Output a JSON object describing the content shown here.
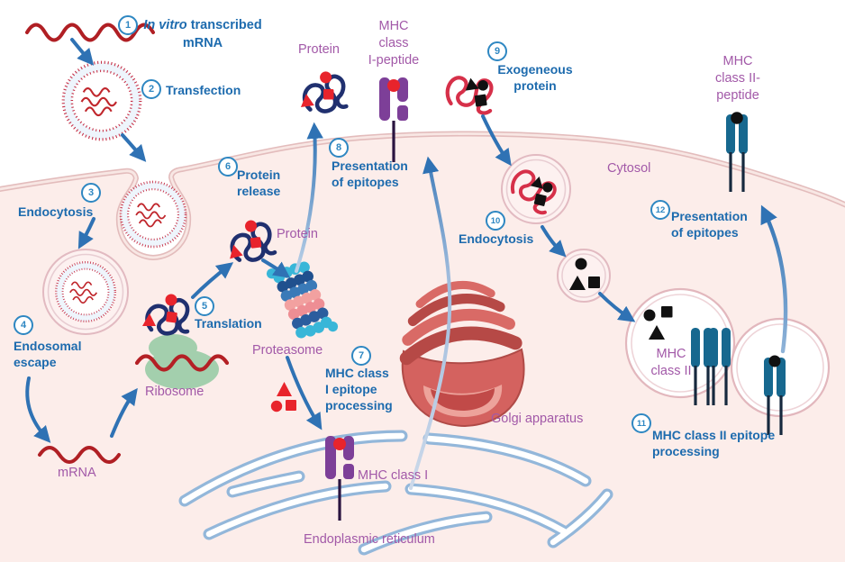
{
  "figure": "mRNA vaccine antigen presentation pathway diagram",
  "steps": [
    {
      "num": "1",
      "italic": "In vitro",
      "rest": " transcribed",
      "line2": "mRNA"
    },
    {
      "num": "2",
      "label": "Transfection"
    },
    {
      "num": "3",
      "label": "Endocytosis"
    },
    {
      "num": "4",
      "line1": "Endosomal",
      "line2": "escape"
    },
    {
      "num": "5",
      "label": "Translation"
    },
    {
      "num": "6",
      "line1": "Protein",
      "line2": "release"
    },
    {
      "num": "7",
      "line1": "MHC class",
      "line2": "I epitope",
      "line3": "processing"
    },
    {
      "num": "8",
      "line1": "Presentation",
      "line2": "of epitopes"
    },
    {
      "num": "9",
      "line1": "Exogeneous",
      "line2": "protein"
    },
    {
      "num": "10",
      "label": "Endocytosis"
    },
    {
      "num": "11",
      "line1": "MHC class II epitope",
      "line2": "processing"
    },
    {
      "num": "12",
      "line1": "Presentation",
      "line2": "of epitopes"
    }
  ],
  "labels": {
    "protein_extracellular": "Protein",
    "mhc_class_i_peptide": {
      "l1": "MHC",
      "l2": "class",
      "l3": "I-peptide"
    },
    "protein_cytosol": "Protein",
    "proteasome": "Proteasome",
    "ribosome": "Ribosome",
    "mrna": "mRNA",
    "cytosol": "Cytosol",
    "golgi": "Golgi apparatus",
    "mhc_class_i": "MHC class I",
    "endoplasmic_reticulum": "Endoplasmic reticulum",
    "mhc_class_ii": {
      "l1": "MHC",
      "l2": "class II"
    },
    "mhc_class_ii_peptide": {
      "l1": "MHC",
      "l2": "class II-",
      "l3": "peptide"
    }
  },
  "colors": {
    "step_text_blue": "#1d6bae",
    "organelle_text_purple": "#a259a8",
    "badge_blue": "#2e87c2",
    "arrow_blue": "#2f72b4",
    "arrow_pale_blue": "#9fbbdc",
    "cell_fill_pink": "#fcedea",
    "membrane_pink": "#e3bcbc",
    "mrna_red": "#b01f24",
    "lnp_red": "#c63047",
    "lnp_blue": "#dce9f7",
    "protein_navy": "#20306f",
    "epitope_red": "#e8242c",
    "exogenous_red": "#d63049",
    "epitope_black": "#111111",
    "mhc1_purple": "#7d3f98",
    "mhc2_teal": "#17688f",
    "er_blue": "#93b7da",
    "golgi_red": "#d4625f",
    "ribosome_green": "#a3cfad",
    "proteasome_teal": "#38b6d8",
    "proteasome_pink": "#f2a1a0"
  }
}
